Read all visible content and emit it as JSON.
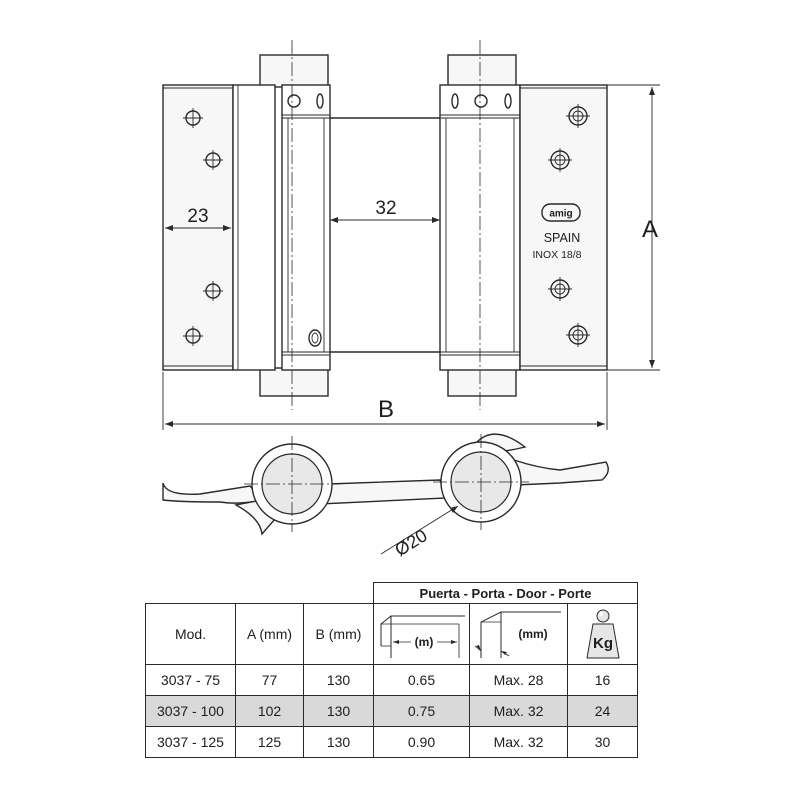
{
  "drawing": {
    "dim_a": "A",
    "dim_b": "B",
    "dim_32": "32",
    "dim_23": "23",
    "dim_diam": "Ø20",
    "brand": "amig",
    "origin": "SPAIN",
    "material": "INOX 18/8"
  },
  "table": {
    "door_header": "Puerta - Porta - Door - Porte",
    "columns": [
      "Mod.",
      "A (mm)",
      "B (mm)"
    ],
    "icon_labels": {
      "height": "(m)",
      "thickness": "(mm)",
      "weight": "Kg"
    },
    "rows": [
      [
        "3037 - 75",
        "77",
        "130",
        "0.65",
        "Max. 28",
        "16"
      ],
      [
        "3037 - 100",
        "102",
        "130",
        "0.75",
        "Max. 32",
        "24"
      ],
      [
        "3037 - 125",
        "125",
        "130",
        "0.90",
        "Max. 32",
        "30"
      ]
    ],
    "highlight_color": "#d9d9d9"
  }
}
